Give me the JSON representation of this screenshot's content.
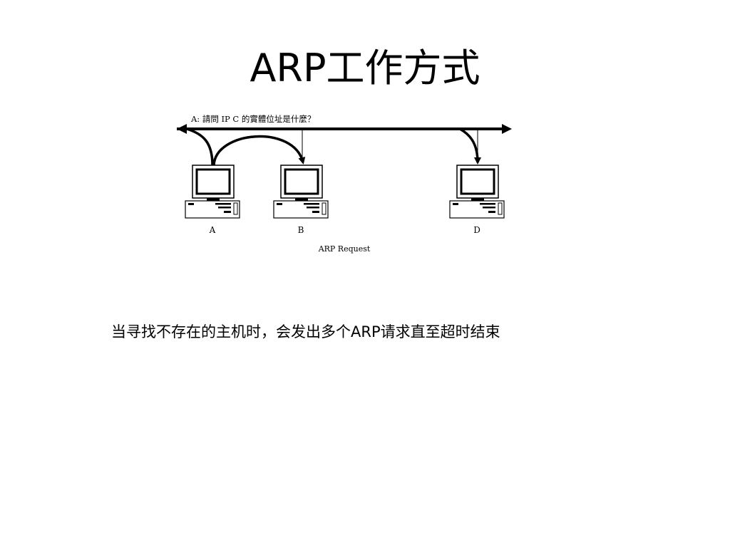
{
  "slide": {
    "title": "ARP工作方式",
    "caption": "当寻找不存在的主机时，会发出多个ARP请求直至超时结束"
  },
  "diagram": {
    "question": "A: 請問 IP C 的實體位址是什麼？",
    "caption": "ARP Request",
    "hosts": [
      {
        "label": "A"
      },
      {
        "label": "B"
      },
      {
        "label": "D"
      }
    ]
  }
}
